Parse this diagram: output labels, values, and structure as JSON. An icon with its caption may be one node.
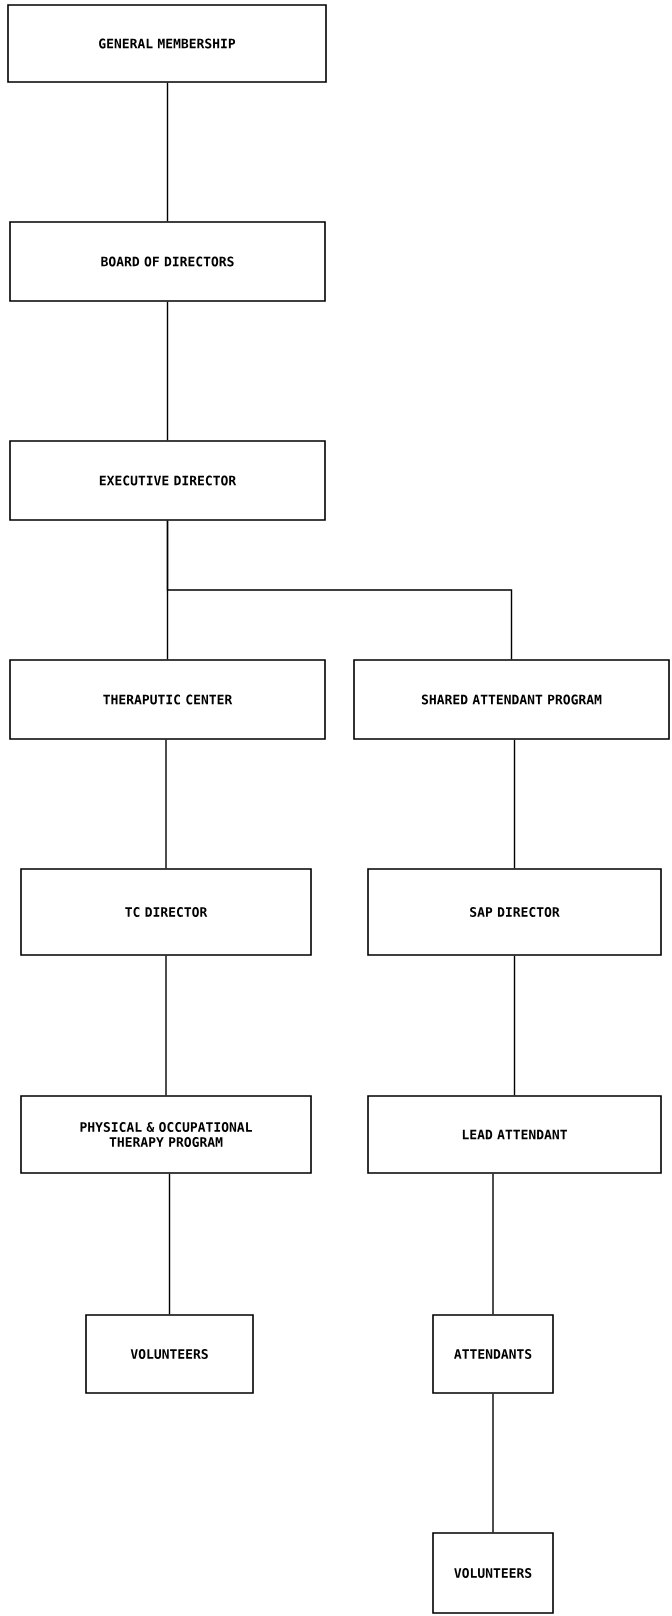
{
  "diagram": {
    "nodes": [
      {
        "text": [
          "GENERAL MEMBERSHIP"
        ]
      },
      {
        "text": [
          "BOARD OF DIRECTORS"
        ]
      },
      {
        "text": [
          "EXECUTIVE DIRECTOR"
        ]
      },
      {
        "text": [
          "THERAPUTIC CENTER"
        ]
      },
      {
        "text": [
          "SHARED ATTENDANT PROGRAM"
        ]
      },
      {
        "text": [
          "TC DIRECTOR"
        ]
      },
      {
        "text": [
          "SAP DIRECTOR"
        ]
      },
      {
        "text": [
          "PHYSICAL & OCCUPATIONAL THERAPY PROGRAM"
        ]
      },
      {
        "text": [
          "LEAD ATTENDANT"
        ]
      },
      {
        "text": [
          "VOLUNTEERS"
        ]
      },
      {
        "text": [
          "ATTENDANTS"
        ]
      },
      {
        "text": [
          "VOLUNTEERS"
        ]
      }
    ],
    "edges": [
      {
        "from": 0,
        "to": 1,
        "arrow": "none"
      },
      {
        "from": 1,
        "to": 2,
        "arrow": "none"
      },
      {
        "from": 2,
        "to": 3,
        "arrow": "none"
      },
      {
        "from": 2,
        "to": 4,
        "arrow": "none"
      },
      {
        "from": 3,
        "to": 5,
        "arrow": "none"
      },
      {
        "from": 4,
        "to": 6,
        "arrow": "none"
      },
      {
        "from": 5,
        "to": 7,
        "arrow": "none"
      },
      {
        "from": 6,
        "to": 8,
        "arrow": "none"
      },
      {
        "from": 7,
        "to": 9,
        "arrow": "none"
      },
      {
        "from": 8,
        "to": 10,
        "arrow": "none"
      },
      {
        "from": 10,
        "to": 11,
        "arrow": "none"
      }
    ]
  }
}
